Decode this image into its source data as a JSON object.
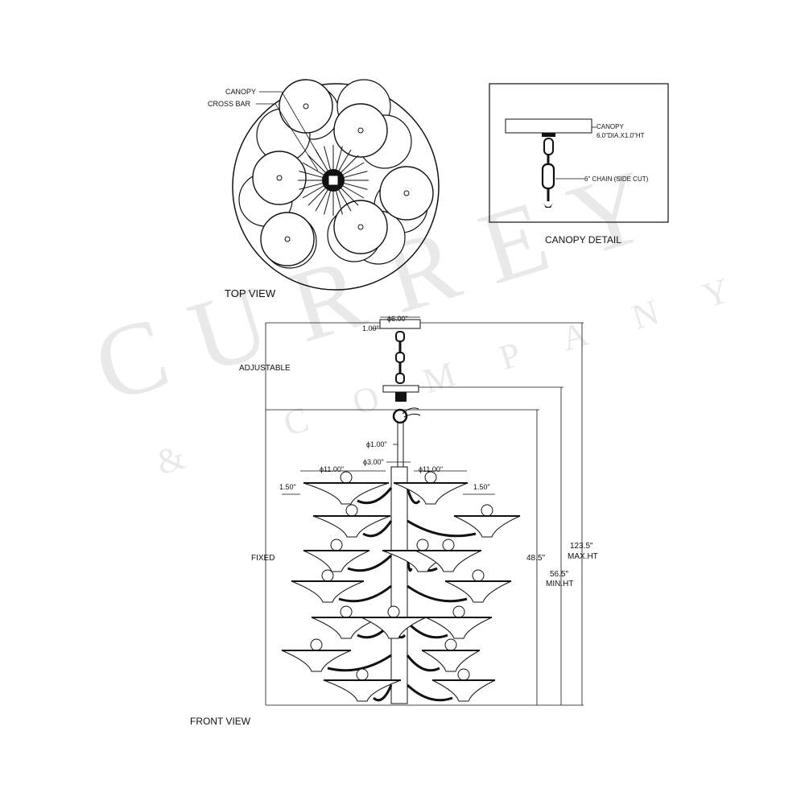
{
  "watermark": {
    "brand": "CURREY",
    "sub": "& COMPANY",
    "color": "#e9e9e9"
  },
  "top_view": {
    "title": "TOP VIEW",
    "callouts": {
      "canopy": "CANOPY",
      "cross_bar": "CROSS BAR"
    }
  },
  "canopy_detail": {
    "title": "CANOPY DETAIL",
    "canopy_label_1": "CANOPY",
    "canopy_label_2": "6.0\"DIA.X1.0\"HT",
    "chain_label": "6\" CHAIN (SIDE CUT)"
  },
  "front_view": {
    "title": "FRONT VIEW",
    "labels": {
      "adjustable": "ADJUSTABLE",
      "fixed": "FIXED"
    },
    "dimensions": {
      "canopy_dia": "ϕ6.00\"",
      "canopy_ht": "1.00\"",
      "stem_dia": "ϕ1.00\"",
      "body_dia": "ϕ3.00\"",
      "shade_dia_left": "ϕ11.00\"",
      "shade_dia_right": "ϕ11.00\"",
      "shade_ht_left": "1.50\"",
      "shade_ht_right": "1.50\"",
      "body_ht": "48.5\"",
      "min_ht_value": "56.5\"",
      "min_ht_label": "MIN.HT",
      "max_ht_value": "123.5\"",
      "max_ht_label": "MAX.HT"
    }
  }
}
